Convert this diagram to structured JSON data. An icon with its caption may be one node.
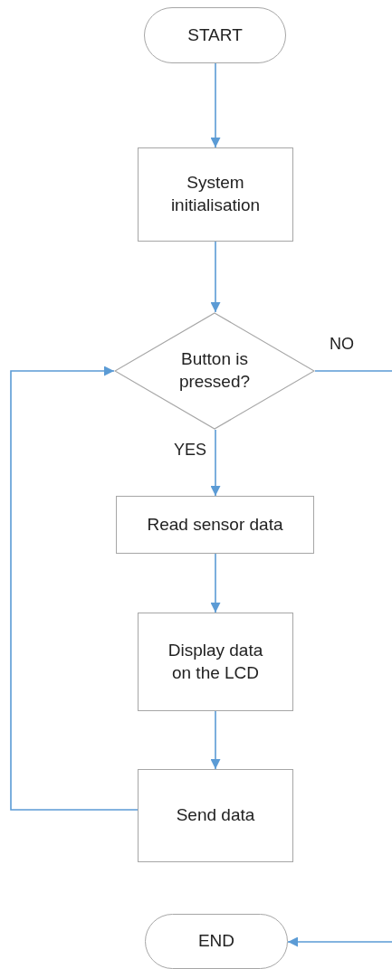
{
  "diagram": {
    "nodes": [
      {
        "text": [
          "START"
        ]
      },
      {
        "text": [
          "System initialisation"
        ]
      },
      {
        "text": [
          "Button is pressed?"
        ]
      },
      {
        "text": [
          "Read sensor data"
        ]
      },
      {
        "text": [
          "Display data on the LCD"
        ]
      },
      {
        "text": [
          "Send data"
        ]
      },
      {
        "text": [
          "END"
        ]
      }
    ],
    "edges": [
      {
        "from": 0,
        "to": 1,
        "arrow": "to"
      },
      {
        "from": 1,
        "to": 2,
        "arrow": "to"
      },
      {
        "from": 2,
        "to": 3,
        "arrow": "to",
        "label": "YES"
      },
      {
        "from": 3,
        "to": 4,
        "arrow": "to"
      },
      {
        "from": 4,
        "to": 5,
        "arrow": "to"
      },
      {
        "from": 5,
        "to": 2,
        "arrow": "to"
      },
      {
        "from": 2,
        "to": 6,
        "arrow": "to",
        "label": "NO"
      }
    ]
  }
}
